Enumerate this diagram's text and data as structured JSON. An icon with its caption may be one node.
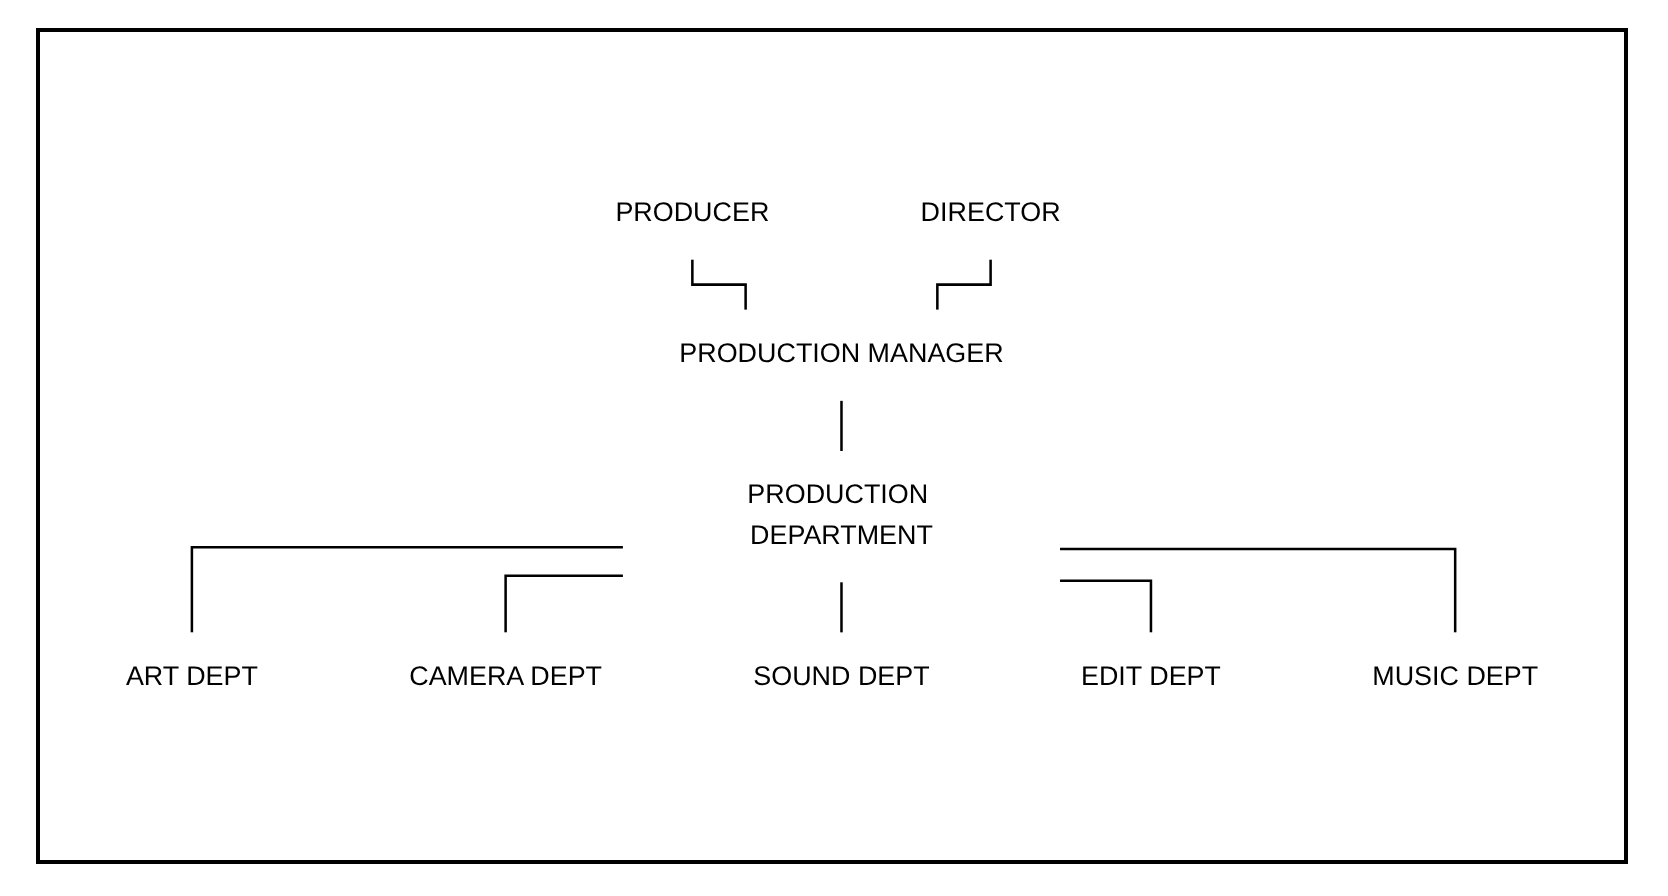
{
  "diagram": {
    "nodes": [
      {
        "text": [
          "PRODUCER"
        ]
      },
      {
        "text": [
          "DIRECTOR"
        ]
      },
      {
        "text": [
          "PRODUCTION MANAGER"
        ]
      },
      {
        "text": [
          "PRODUCTION DEPARTMENT"
        ]
      },
      {
        "text": [
          "ART DEPT"
        ]
      },
      {
        "text": [
          "CAMERA DEPT"
        ]
      },
      {
        "text": [
          "SOUND DEPT"
        ]
      },
      {
        "text": [
          "EDIT DEPT"
        ]
      },
      {
        "text": [
          "MUSIC DEPT"
        ]
      }
    ],
    "edges": [
      {
        "from": 0,
        "to": 2,
        "arrow": "none"
      },
      {
        "from": 1,
        "to": 2,
        "arrow": "none"
      },
      {
        "from": 2,
        "to": 3,
        "arrow": "none"
      },
      {
        "from": 3,
        "to": 4,
        "arrow": "none"
      },
      {
        "from": 3,
        "to": 5,
        "arrow": "none"
      },
      {
        "from": 3,
        "to": 6,
        "arrow": "none"
      },
      {
        "from": 3,
        "to": 7,
        "arrow": "none"
      },
      {
        "from": 3,
        "to": 8,
        "arrow": "none"
      }
    ]
  }
}
